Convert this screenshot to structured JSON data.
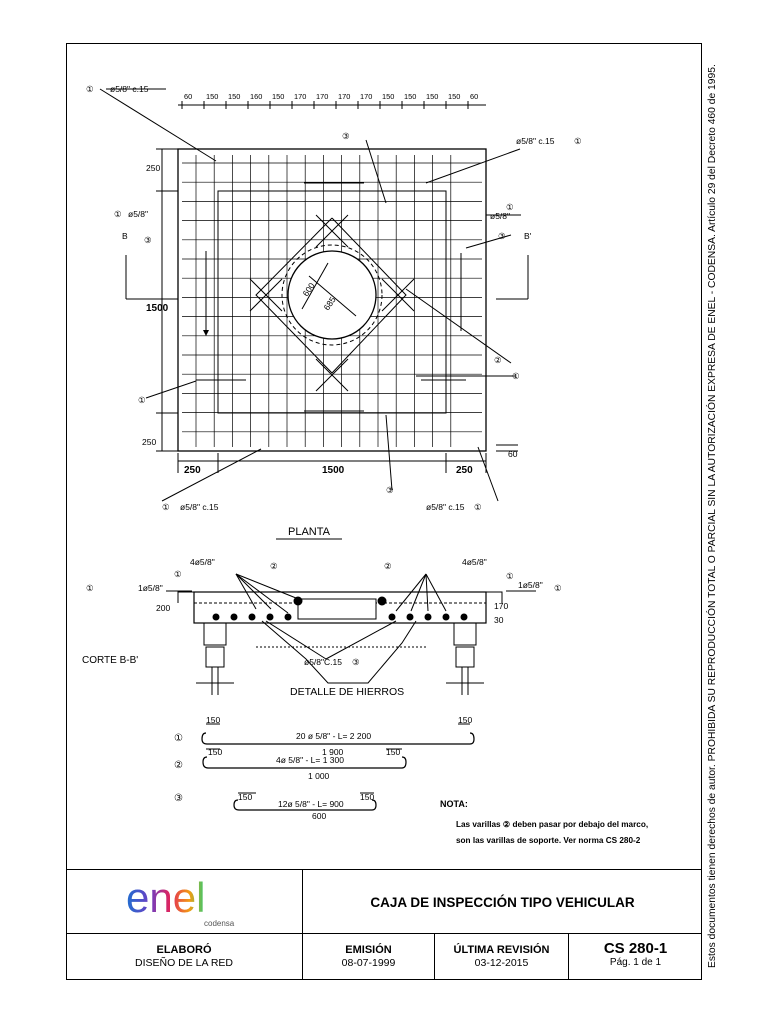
{
  "drawing": {
    "top_bar_ref": "①",
    "top_bar_label": "ø5/8\" c.15",
    "top_spacings": [
      "60",
      "150",
      "150",
      "160",
      "150",
      "170",
      "170",
      "170",
      "170",
      "150",
      "150",
      "150",
      "150",
      "60"
    ],
    "right_top_label": "ø5/8\" c.15",
    "left_bar_label": "ø5/8\"",
    "right_bar_label": "ø5/8\"",
    "section_left": "B",
    "section_right": "B'",
    "dim_250_top": "250",
    "dim_1500_left": "1500",
    "dim_250_bottom": "250",
    "dim_600": "600",
    "dim_685": "685",
    "dim_60": "60",
    "bottom_dims": [
      "250",
      "1500",
      "250"
    ],
    "bottom_left_label": "ø5/8\" c.15",
    "bottom_right_label": "ø5/8\" c.15",
    "refs": {
      "r1": "①",
      "r2": "②",
      "r3": "③"
    },
    "plan_title": "PLANTA",
    "section": {
      "top_left_label": "4ø5/8\"",
      "top_right_label": "4ø5/8\"",
      "left_bar": "1ø5/8\"",
      "right_bar": "1ø5/8\"",
      "dim_200": "200",
      "dim_170": "170",
      "dim_30": "30",
      "stirrup_label": "ø5/8\"C.15",
      "corte_title": "CORTE B-B'",
      "detail_title": "DETALLE DE HIERROS"
    },
    "bars": [
      {
        "ref": "①",
        "hook_left": "150",
        "hook_right": "150",
        "spec": "20 ø 5/8\" - L= 2 200",
        "length": "1 900"
      },
      {
        "ref": "②",
        "hook_left": "150",
        "hook_right": "150",
        "spec": "4ø 5/8\" - L= 1 300",
        "length": "1 000"
      },
      {
        "ref": "③",
        "hook_left": "150",
        "hook_right": "150",
        "spec": "12ø 5/8\" - L= 900",
        "length": "600"
      }
    ],
    "note_title": "NOTA:",
    "note_line1_pre": "Las varillas",
    "note_ref": "②",
    "note_line1_post": "deben pasar por debajo del marco,",
    "note_line2": "son las varillas de soporte. Ver norma CS 280-2"
  },
  "titleblock": {
    "logo_text": "enel",
    "logo_sub": "codensa",
    "title": "CAJA DE INSPECCIÓN TIPO VEHICULAR",
    "elaboro_label": "ELABORÓ",
    "elaboro_value": "DISEÑO DE LA RED",
    "emision_label": "EMISIÓN",
    "emision_value": "08-07-1999",
    "revision_label": "ÚLTIMA REVISIÓN",
    "revision_value": "03-12-2015",
    "code": "CS 280-1",
    "page": "Pág. 1 de 1"
  },
  "side_note": "Estos documentos tienen derechos de autor. PROHIBIDA SU REPRODUCCIÓN TOTAL O PARCIAL SIN LA AUTORIZACIÓN EXPRESA DE ENEL - CODENSA. Artículo 29 del Decreto 460 de 1995.",
  "colors": {
    "logo_gradient": [
      "#1f6fd0",
      "#6b3fc4",
      "#e0245e",
      "#f39c12",
      "#2ecc71"
    ]
  }
}
